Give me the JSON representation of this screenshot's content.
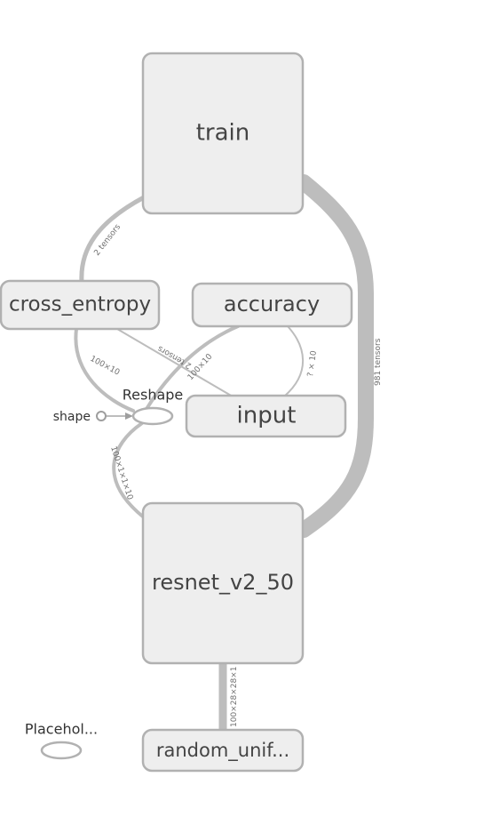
{
  "colors": {
    "node_fill": "#eeeeee",
    "node_stroke": "#b1b1b1",
    "edge": "#bdbdbd",
    "text": "#444444"
  },
  "nodes": {
    "train": "train",
    "cross_entropy": "cross_entropy",
    "accuracy": "accuracy",
    "input": "input",
    "resnet": "resnet_v2_50",
    "random_unif": "random_unif...",
    "reshape": "Reshape",
    "shape": "shape",
    "placeholder": "Placehol..."
  },
  "edges": {
    "train_cross_entropy": "2 tensors",
    "resnet_train": "981 tensors",
    "cross_entropy_reshape": "100×10",
    "cross_entropy_input": "2 tensors",
    "accuracy_reshape": "100×10",
    "accuracy_input": "? × 10",
    "reshape_resnet": "100×1×1×10",
    "random_resnet": "100×28×28×1"
  }
}
